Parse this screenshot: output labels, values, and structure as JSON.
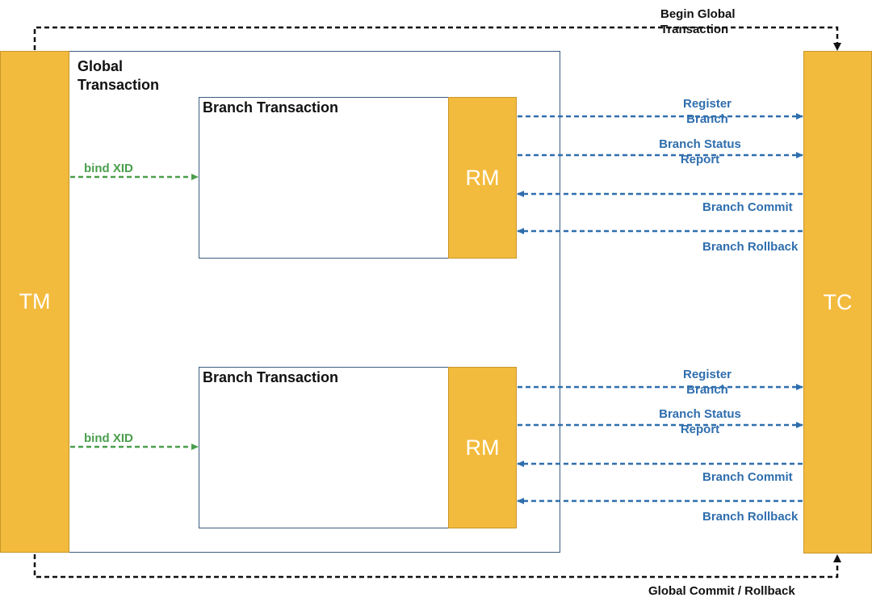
{
  "tm": {
    "label": "TM"
  },
  "tc": {
    "label": "TC"
  },
  "global_transaction": {
    "title_line1": "Global",
    "title_line2": "Transaction"
  },
  "begin_global": {
    "line1": "Begin Global",
    "line2": "Transaction"
  },
  "global_commit": {
    "label": "Global Commit / Rollback"
  },
  "branches": [
    {
      "title": "Branch Transaction",
      "rm_label": "RM",
      "bind_label": "bind XID",
      "register": {
        "line1": "Register",
        "line2": "Branch"
      },
      "status": {
        "line1": "Branch Status",
        "line2": "Report"
      },
      "commit": "Branch Commit",
      "rollback": "Branch Rollback"
    },
    {
      "title": "Branch Transaction",
      "rm_label": "RM",
      "bind_label": "bind XID",
      "register": {
        "line1": "Register",
        "line2": "Branch"
      },
      "status": {
        "line1": "Branch Status",
        "line2": "Report"
      },
      "commit": "Branch Commit",
      "rollback": "Branch Rollback"
    }
  ],
  "colors": {
    "orange": "#f3bb3d",
    "blue_arrow": "#2f6ead",
    "green_arrow": "#4a9e4e",
    "black_arrow": "#111111",
    "box_border": "#3c5c80"
  }
}
